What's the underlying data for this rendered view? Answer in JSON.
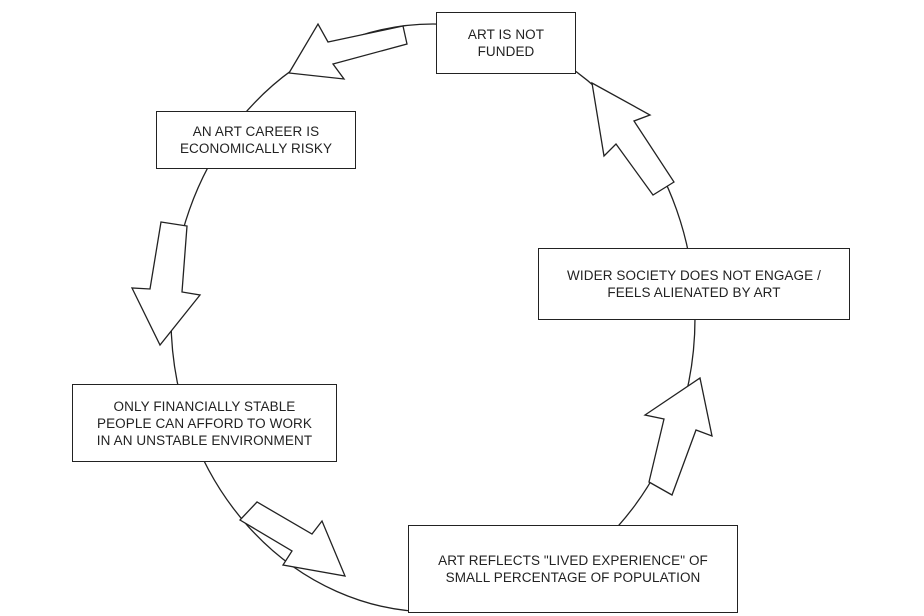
{
  "diagram": {
    "nodes": [
      {
        "id": "art-not-funded",
        "label": "ART IS NOT\nFUNDED"
      },
      {
        "id": "art-career-risky",
        "label": "AN ART CAREER IS\nECONOMICALLY RISKY"
      },
      {
        "id": "financially-stable",
        "label": "ONLY FINANCIALLY STABLE\nPEOPLE CAN AFFORD TO WORK\nIN AN UNSTABLE ENVIRONMENT"
      },
      {
        "id": "lived-experience",
        "label": "ART REFLECTS \"LIVED EXPERIENCE\" OF\nSMALL PERCENTAGE OF POPULATION"
      },
      {
        "id": "society-alienated",
        "label": "WIDER SOCIETY DOES NOT ENGAGE /\nFEELS ALIENATED BY ART"
      }
    ],
    "edges": [
      {
        "from": "art-not-funded",
        "to": "art-career-risky"
      },
      {
        "from": "art-career-risky",
        "to": "financially-stable"
      },
      {
        "from": "financially-stable",
        "to": "lived-experience"
      },
      {
        "from": "lived-experience",
        "to": "society-alienated"
      },
      {
        "from": "society-alienated",
        "to": "art-not-funded"
      }
    ],
    "colors": {
      "stroke": "#222222",
      "fill": "#ffffff"
    }
  }
}
